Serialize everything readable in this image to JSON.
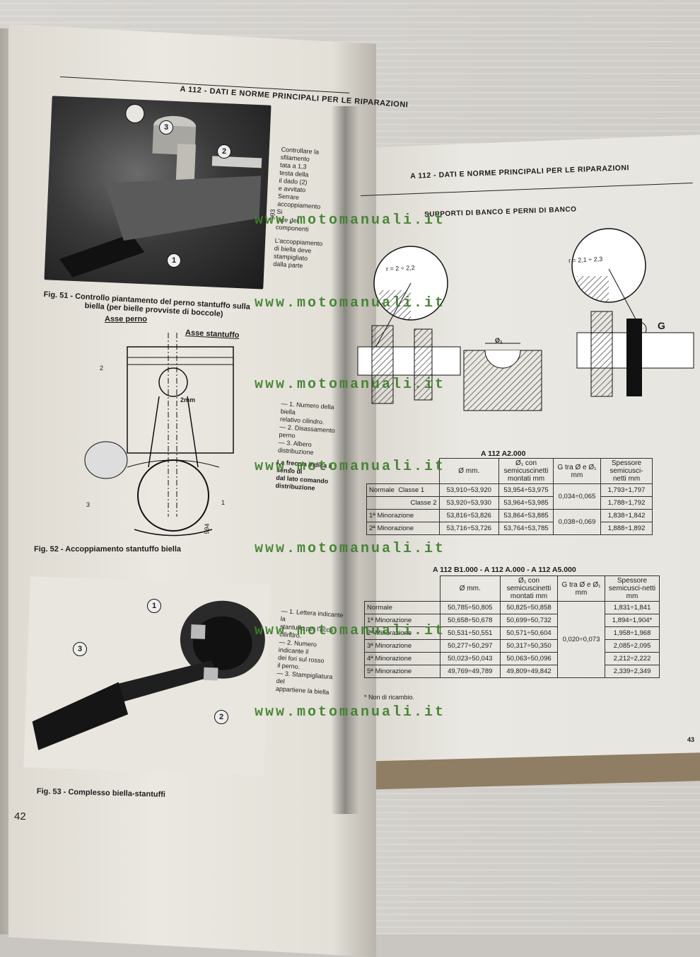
{
  "watermark": "www.motomanuali.it",
  "left_page": {
    "header": "A 112 - DATI E NORME PRINCIPALI PER LE RIPARAZIONI",
    "fig51": {
      "caption_line1": "Fig. 51 - Controllo piantamento del perno stantuffo sulla",
      "caption_line2": "biella (per bielle provviste di boccole)",
      "callouts": [
        "1",
        "2",
        "3"
      ],
      "code": "993"
    },
    "side_text": [
      "Controllare la",
      "sfilamento",
      "tata a 1,3",
      "testa della",
      "il dado (2)",
      "e avvitato",
      "Serrare",
      "accoppiamento",
      "Si",
      "dice dei componenti",
      "L'accoppiamento",
      "di biella deve",
      "stampigliato",
      "dalla parte"
    ],
    "fig52": {
      "label_asse_perno": "Asse perno",
      "label_asse_stantuffo": "Asse stantuffo",
      "offset": "2mm",
      "callouts": [
        "1",
        "2",
        "3"
      ],
      "code": "994",
      "caption": "Fig. 52 - Accoppiamento stantuffo biella",
      "legend": [
        "— 1. Numero della biella",
        "relativo cilindro.",
        "— 2. Disassamento perno",
        "— 3. Albero distribuzione"
      ],
      "note": [
        "La freccia indica il senso di",
        "dal lato comando distribuzione"
      ]
    },
    "fig53": {
      "callouts": [
        "1",
        "2",
        "3"
      ],
      "caption": "Fig. 53 - Complesso biella-stantuffi",
      "legend": [
        "— 1. Lettera indicante la",
        "stantuffo per l'acco",
        "cilindro.",
        "— 2. Numero indicante il",
        "dei fori sul rosso",
        "il perno.",
        "— 3. Stampigliatura del",
        "appartiene la biella"
      ]
    },
    "page_number": "42"
  },
  "right_page": {
    "header": "A 112 - DATI E NORME PRINCIPALI PER LE RIPARAZIONI",
    "section": "SUPPORTI DI BANCO E PERNI DI BANCO",
    "diagram": {
      "r_left": "r = 2 ÷ 2,2",
      "r_right": "r = 2,1 ÷ 2,3",
      "phi": "Ø₁",
      "g": "G"
    },
    "table1": {
      "title": "A 112 A2.000",
      "headers": [
        "Ø  mm.",
        "Ø₁ con semicuscinetti montati mm",
        "G tra Ø e Ø₁ mm",
        "Spessore semicusci-netti mm"
      ],
      "rows": [
        {
          "group": "Normale",
          "sub": "Classe 1",
          "d": "53,910÷53,920",
          "d1": "53,954÷53,975",
          "g": "0,034÷0,065",
          "s": "1,793÷1,797"
        },
        {
          "group": "",
          "sub": "Classe 2",
          "d": "53,920÷53,930",
          "d1": "53,964÷53,985",
          "g": "",
          "s": "1,788÷1,792"
        },
        {
          "group": "1ª Minorazione",
          "sub": "",
          "d": "53,816÷53,826",
          "d1": "53,864÷53,885",
          "g": "0,038÷0,069",
          "s": "1,838÷1,842"
        },
        {
          "group": "2ª Minorazione",
          "sub": "",
          "d": "53,716÷53,726",
          "d1": "53,764÷53,785",
          "g": "",
          "s": "1,888÷1,892"
        }
      ]
    },
    "table2": {
      "title": "A 112 B1.000 - A 112 A.000 - A 112 A5.000",
      "headers": [
        "Ø  mm.",
        "Ø₁ con semicuscinetti montati mm",
        "G tra Ø e Ø₁ mm",
        "Spessore semicusci-netti mm"
      ],
      "rows": [
        {
          "group": "Normale",
          "d": "50,785÷50,805",
          "d1": "50,825÷50,858",
          "s": "1,831÷1,841"
        },
        {
          "group": "1ª Minorazione",
          "d": "50,658÷50,678",
          "d1": "50,699÷50,732",
          "s": "1,894÷1,904*"
        },
        {
          "group": "2ª Minorazione",
          "d": "50,531÷50,551",
          "d1": "50,571÷50,604",
          "s": "1,958÷1,968"
        },
        {
          "group": "3ª Minorazione",
          "d": "50,277÷50,297",
          "d1": "50,317÷50,350",
          "s": "2,085÷2,095"
        },
        {
          "group": "4ª Minorazione",
          "d": "50,023÷50,043",
          "d1": "50,063÷50,096",
          "s": "2,212÷2,222"
        },
        {
          "group": "5ª Minorazione",
          "d": "49,769÷49,789",
          "d1": "49,809÷49,842",
          "s": "2,339÷2,349"
        }
      ],
      "g_value": "0,020÷0,073"
    },
    "footnote": "* Non di ricambio.",
    "page_number": "43"
  }
}
